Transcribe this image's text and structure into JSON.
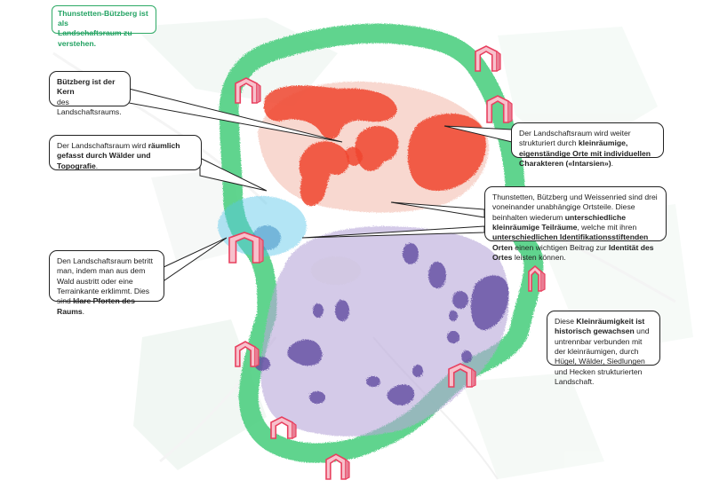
{
  "title": {
    "line1": "Thunstetten-Bützberg ist als",
    "line2": "Landschaftsraum zu verstehen."
  },
  "callouts": {
    "kern": {
      "b": "Bützberg ist der Kern",
      "t": "des Landschaftsraums."
    },
    "gefasst": {
      "t1": "Der Landschaftsraum wird ",
      "b": "räumlich gefasst durch Wälder und Topografie",
      "t2": "."
    },
    "pforten": {
      "t1": "Den Landschaftsraum betritt man, indem man aus dem Wald austritt oder eine Terrainkante erklimmt. Dies sind ",
      "b": "klare Pforten des Raums",
      "t2": "."
    },
    "intarsien": {
      "t1": "Der Landschaftsraum wird weiter strukturiert durch ",
      "b": "kleinräumige, eigenständige Orte mit individuellen Charakteren («Intarsien»)",
      "t2": "."
    },
    "ortsteile": {
      "t1": "Thunstetten, Bützberg und Weissenried sind drei voneinander unabhängige Ortsteile. Diese beinhalten wiederum ",
      "b1": "unterschiedliche kleinräumige Teilräume",
      "t2": ", welche mit ihren ",
      "b2": "unterschiedlichen Identifikationsstiftenden Orten",
      "t3": " einen wichtigen Beitrag zur ",
      "b3": "Identität des Ortes",
      "t4": " leisten können."
    },
    "historisch": {
      "t1": "Diese ",
      "b": "Kleinräumigkeit ist historisch gewachsen",
      "t2": " und untrennbar verbunden mit der kleinräumigen, durch Hügel, Wälder, Siedlungen und Hecken strukturierten Landschaft."
    }
  },
  "colors": {
    "forest": "#4fcf82",
    "core": "#f0452e",
    "settlement": "#b7a6d8",
    "blob": "#5e4aa0",
    "water": "#59c6e8",
    "gate": "#e8405f",
    "title": "#22a262"
  }
}
